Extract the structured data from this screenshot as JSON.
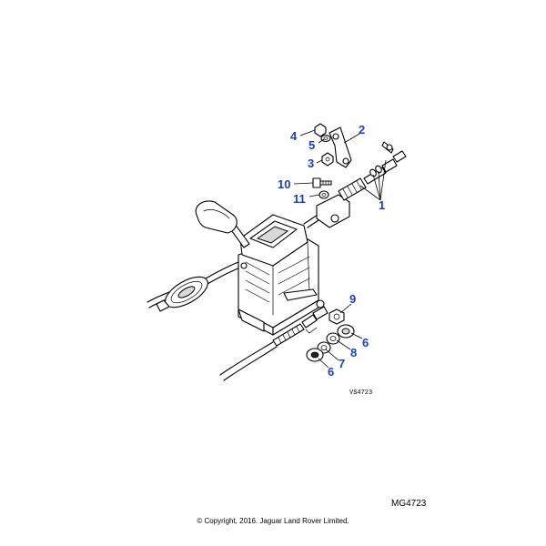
{
  "diagram": {
    "callouts": [
      {
        "id": "callout-4",
        "label": "4"
      },
      {
        "id": "callout-5",
        "label": "5"
      },
      {
        "id": "callout-2",
        "label": "2"
      },
      {
        "id": "callout-3",
        "label": "3"
      },
      {
        "id": "callout-10",
        "label": "10"
      },
      {
        "id": "callout-11",
        "label": "11"
      },
      {
        "id": "callout-1",
        "label": "1"
      },
      {
        "id": "callout-9",
        "label": "9"
      },
      {
        "id": "callout-6a",
        "label": "6"
      },
      {
        "id": "callout-8",
        "label": "8"
      },
      {
        "id": "callout-7",
        "label": "7"
      },
      {
        "id": "callout-6b",
        "label": "6"
      }
    ],
    "reference_code": "VS4723",
    "drawing_number": "MG4723",
    "copyright": "© Copyright, 2016. Jaguar Land Rover Limited.",
    "callout_color": "#1a3bd6"
  }
}
